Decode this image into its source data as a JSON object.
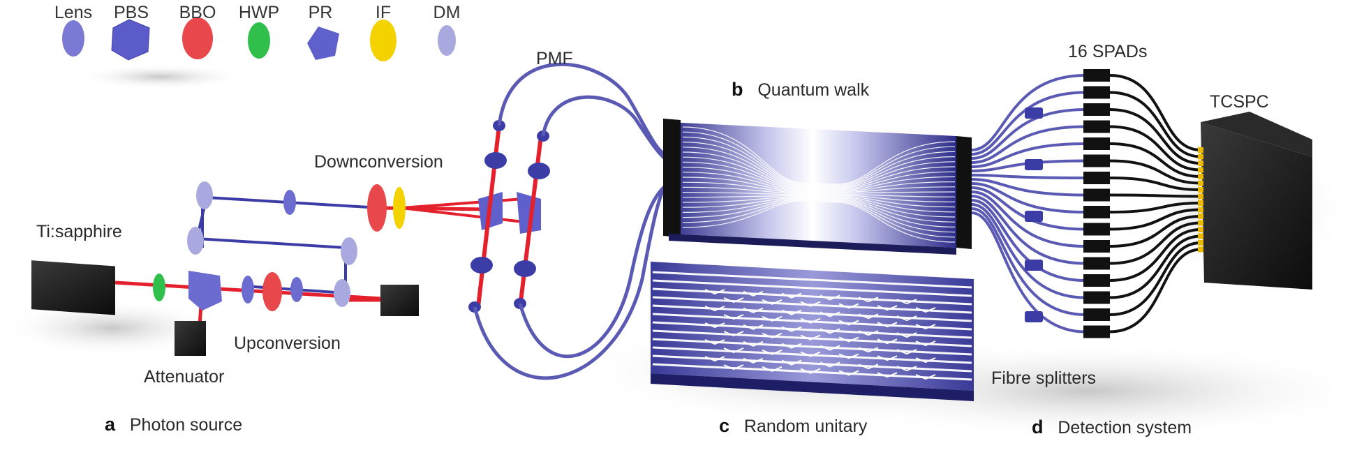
{
  "legend": [
    {
      "label": "Lens",
      "icon": "lens-icon",
      "color": "#6b6bd0"
    },
    {
      "label": "PBS",
      "icon": "pbs-icon",
      "color": "#5b5bc9"
    },
    {
      "label": "BBO",
      "icon": "bbo-icon",
      "color": "#e8474b"
    },
    {
      "label": "HWP",
      "icon": "hwp-icon",
      "color": "#2fbf4a"
    },
    {
      "label": "PR",
      "icon": "pr-icon",
      "color": "#6060cc"
    },
    {
      "label": "IF",
      "icon": "if-icon",
      "color": "#f3d200"
    },
    {
      "label": "DM",
      "icon": "dm-icon",
      "color": "#a9a9e0"
    }
  ],
  "labels": {
    "pmf": "PMF",
    "downconversion": "Downconversion",
    "tisapphire": "Ti:sapphire",
    "upconversion": "Upconversion",
    "attenuator": "Attenuator",
    "spads": "16 SPADs",
    "tcspc": "TCSPC",
    "fibre_splitters": "Fibre splitters"
  },
  "panels": {
    "a": {
      "letter": "a",
      "title": "Photon source"
    },
    "b": {
      "letter": "b",
      "title": "Quantum walk"
    },
    "c": {
      "letter": "c",
      "title": "Random unitary"
    },
    "d": {
      "letter": "d",
      "title": "Detection system"
    }
  },
  "colors": {
    "beam_red": "#e4202c",
    "beam_blue": "#3c3ca6",
    "fibre_blue": "#5a5ab4",
    "chip_blue": "#2e2e8c",
    "detector_black": "#111111",
    "connector_yellow": "#e9b800"
  }
}
